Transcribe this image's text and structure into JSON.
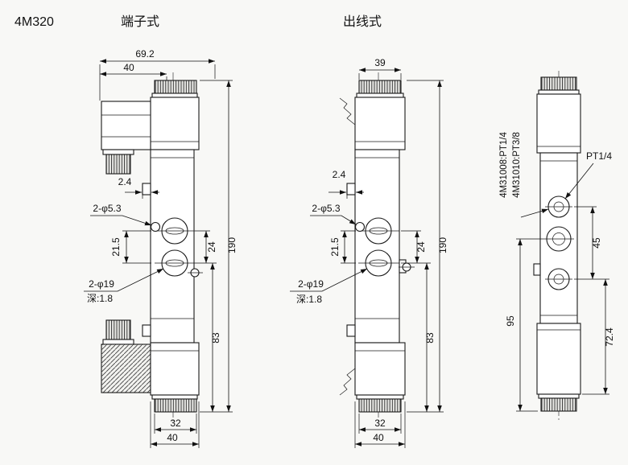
{
  "header": {
    "model": "4M320",
    "view1_title": "端子式",
    "view2_title": "出线式"
  },
  "colors": {
    "ink": "#1a1a1a",
    "paper": "#f8f8f6"
  },
  "view_terminal": {
    "dims": {
      "overall_width": "69.2",
      "body_width_top": "40",
      "step": "2.4",
      "small_holes": "2-φ5.3",
      "port_spacing_left": "21.5",
      "large_holes": "2-φ19",
      "large_holes_depth": "深:1.8",
      "port_spacing_right": "24",
      "total_height": "190",
      "lower_height": "83",
      "bottom_width_inner": "32",
      "bottom_width_outer": "40"
    }
  },
  "view_leadwire": {
    "dims": {
      "cap_width": "39",
      "step": "2.4",
      "small_holes": "2-φ5.3",
      "port_spacing_left": "21.5",
      "large_holes": "2-φ19",
      "large_holes_depth": "深:1.8",
      "port_spacing_right": "24",
      "total_height": "190",
      "lower_height": "83",
      "bottom_width_inner": "32",
      "bottom_width_outer": "40"
    }
  },
  "view_side": {
    "labels": {
      "thread_spec_1": "4M31008:PT1/4",
      "thread_spec_2": "4M31010:PT3/8",
      "top_port": "PT1/4"
    },
    "dims": {
      "port_span": "45",
      "lower_height": "95",
      "port_to_bottom": "72.4"
    }
  }
}
